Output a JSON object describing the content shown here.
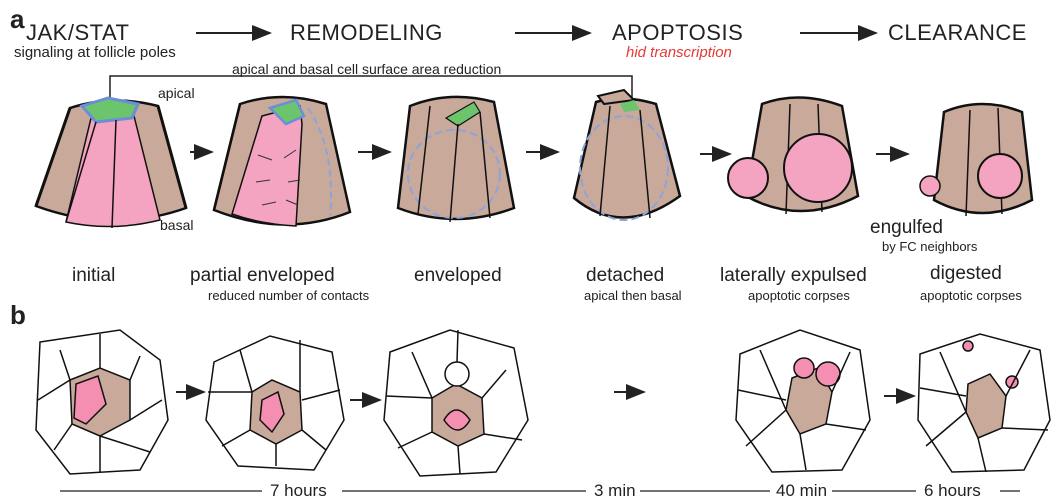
{
  "panels": {
    "a": "a",
    "b": "b"
  },
  "stages": {
    "jak_stat": "JAK/STAT",
    "jak_stat_sub": "signaling at follicle poles",
    "remodeling": "REMODELING",
    "apoptosis": "APOPTOSIS",
    "apoptosis_sub": "hid transcription",
    "clearance": "CLEARANCE"
  },
  "bracket_label": "apical and basal cell surface area reduction",
  "cell_labels": {
    "apical": "apical",
    "basal": "basal",
    "engulfed": "engulfed",
    "engulfed_sub": "by FC neighbors"
  },
  "steps": [
    {
      "name": "initial",
      "sub": ""
    },
    {
      "name": "partial enveloped",
      "sub": "reduced number of contacts"
    },
    {
      "name": "enveloped",
      "sub": ""
    },
    {
      "name": "detached",
      "sub": "apical then basal"
    },
    {
      "name": "laterally expulsed",
      "sub": "apoptotic corpses"
    },
    {
      "name": "digested",
      "sub": "apoptotic corpses"
    }
  ],
  "durations": {
    "d1": "7 hours",
    "d2": "3 min",
    "d3": "40 min",
    "d4": "6 hours"
  },
  "colors": {
    "cell_tan": "#c9a99a",
    "pink": "#f48fb1",
    "green": "#5cc05c",
    "blue_dash": "#8ea4d9",
    "red_text": "#e53935"
  }
}
